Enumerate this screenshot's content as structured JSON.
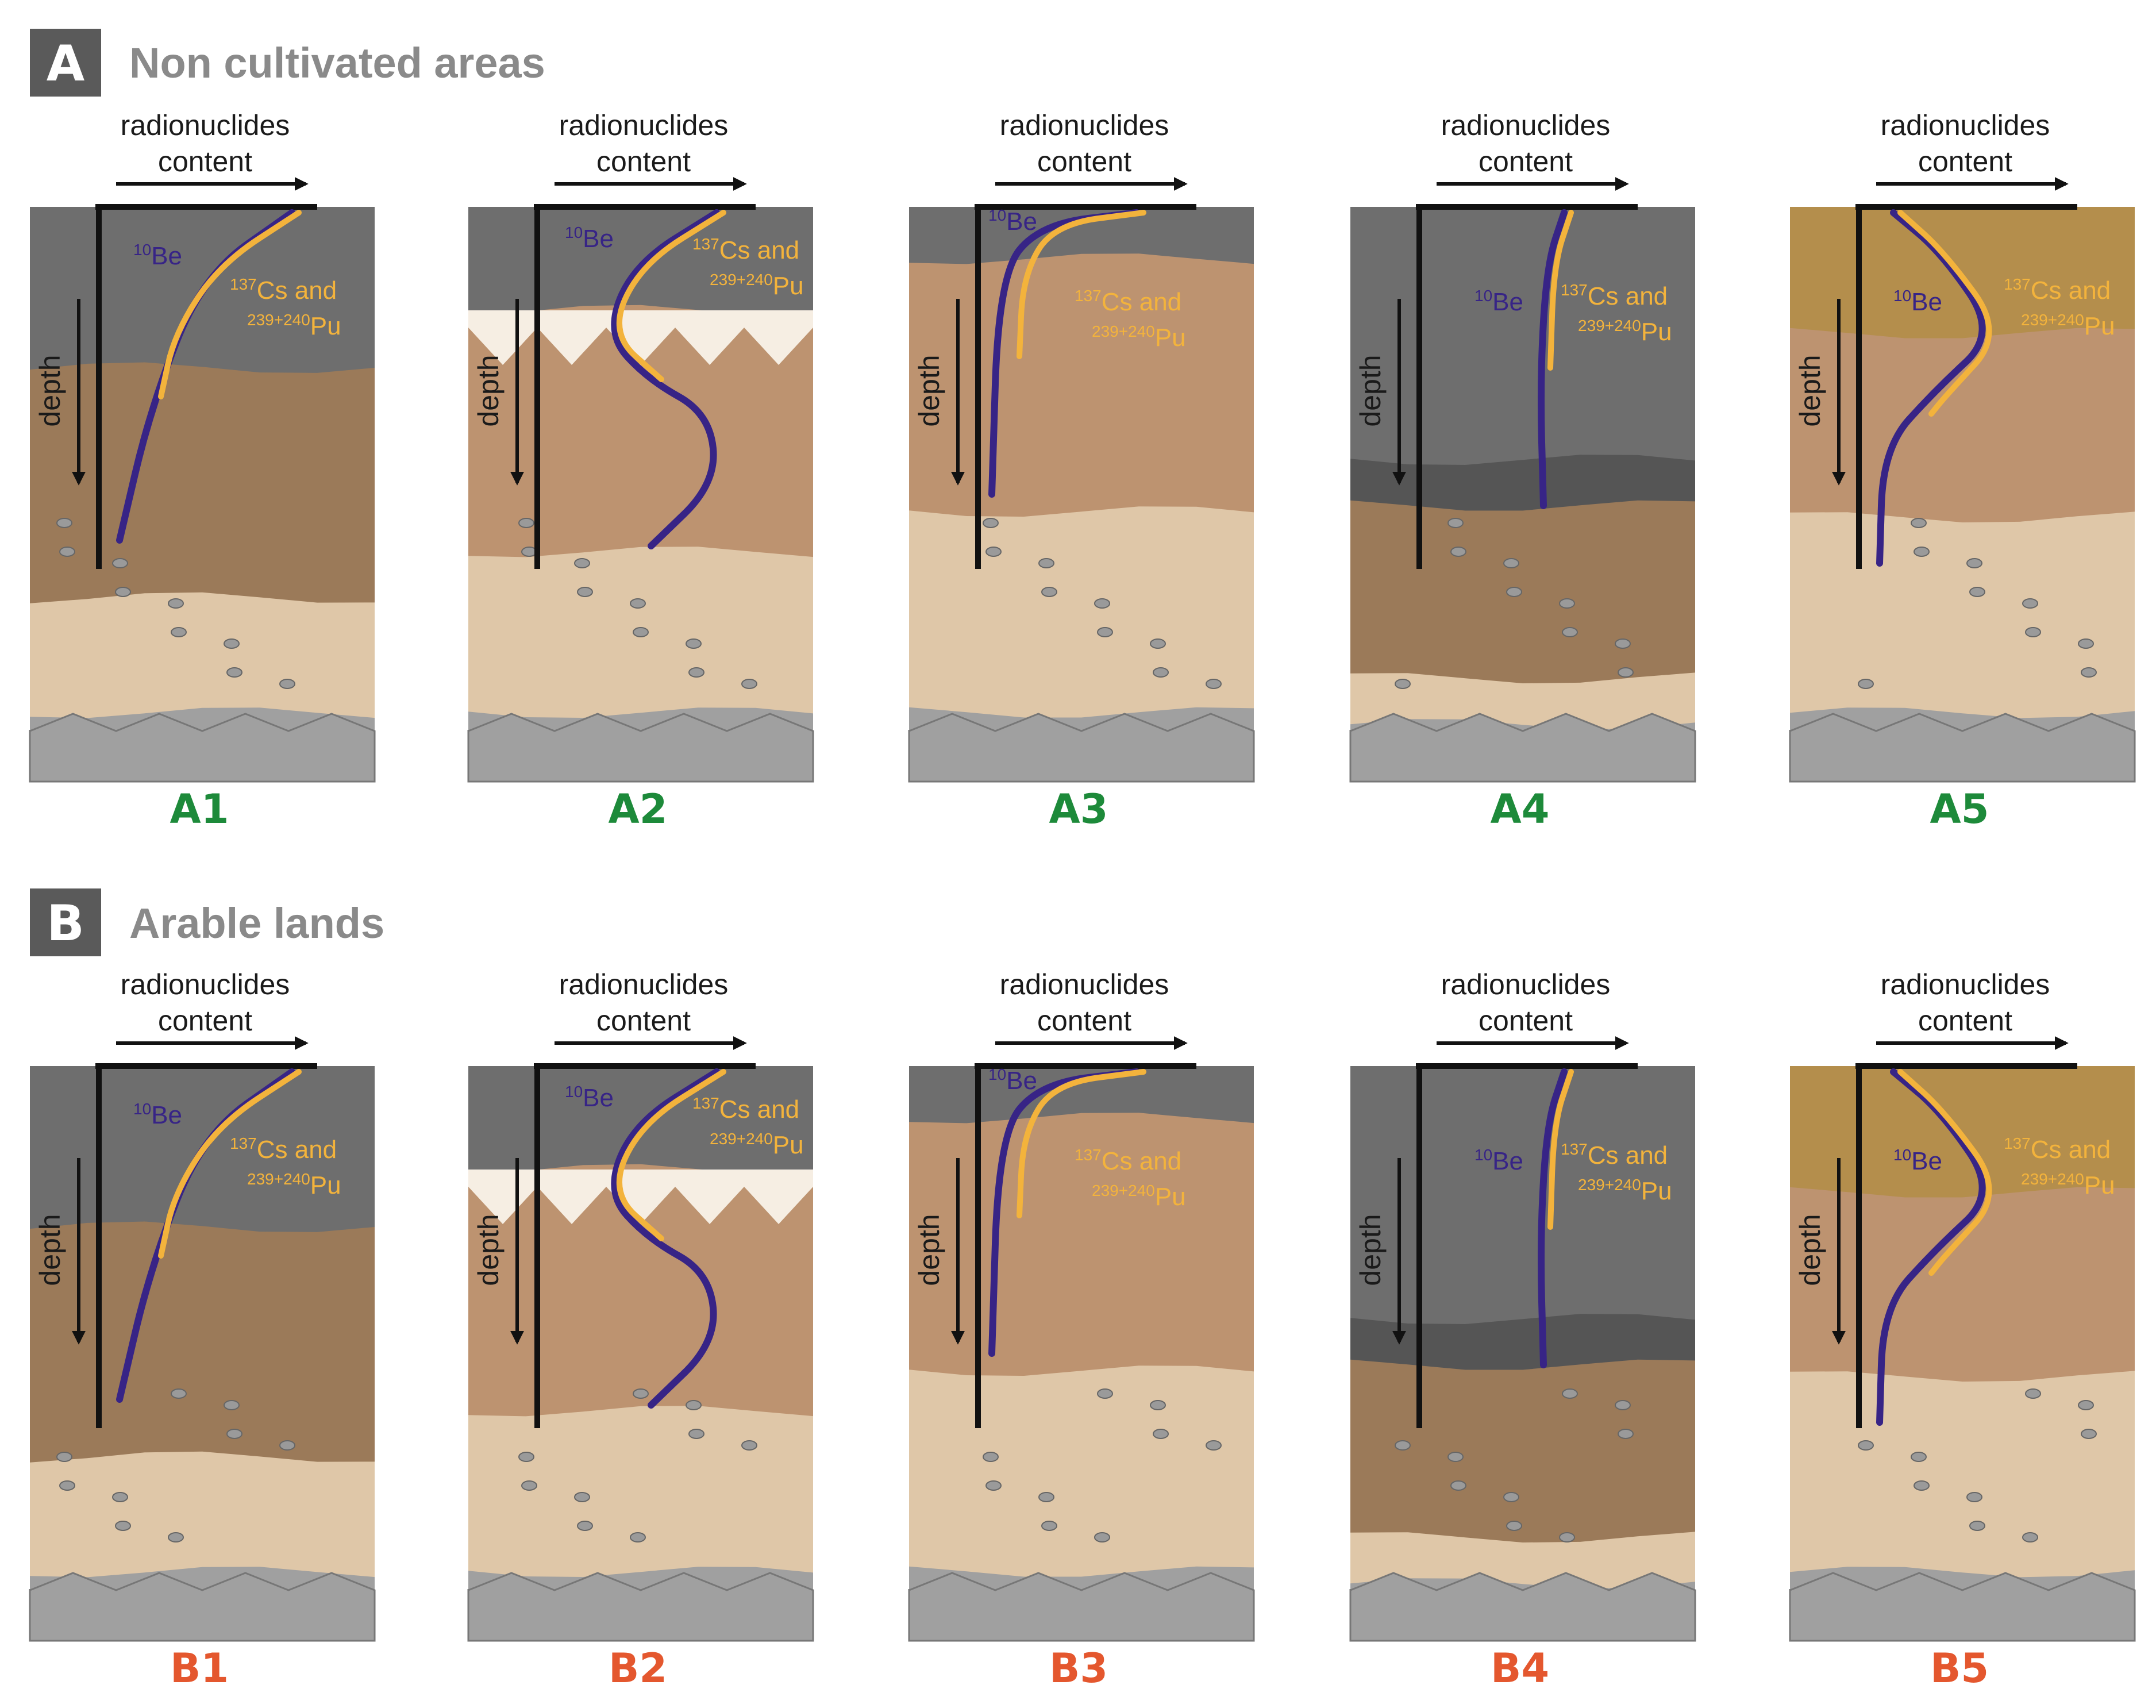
{
  "sections": [
    {
      "letter": "A",
      "title": "Non cultivated areas",
      "panels": [
        {
          "label": "A1"
        },
        {
          "label": "A2"
        },
        {
          "label": "A3"
        },
        {
          "label": "A4"
        },
        {
          "label": "A5"
        }
      ]
    },
    {
      "letter": "B",
      "title": "Arable lands",
      "panels": [
        {
          "label": "B1"
        },
        {
          "label": "B2"
        },
        {
          "label": "B3"
        },
        {
          "label": "B4"
        },
        {
          "label": "B5"
        }
      ]
    }
  ],
  "axis": {
    "content_line1": "radionuclides",
    "content_line2": "content",
    "depth": "depth"
  },
  "species": {
    "be_sup": "10",
    "be": "Be",
    "cs_sup": "137",
    "cs": "Cs and",
    "pu_sup": "239+240",
    "pu": "Pu"
  },
  "colors": {
    "be_curve": "#372486",
    "cs_curve": "#f3b33c",
    "label_a": "#1d8a3a",
    "label_b": "#e4572e",
    "section_box": "#5a5a5a"
  }
}
